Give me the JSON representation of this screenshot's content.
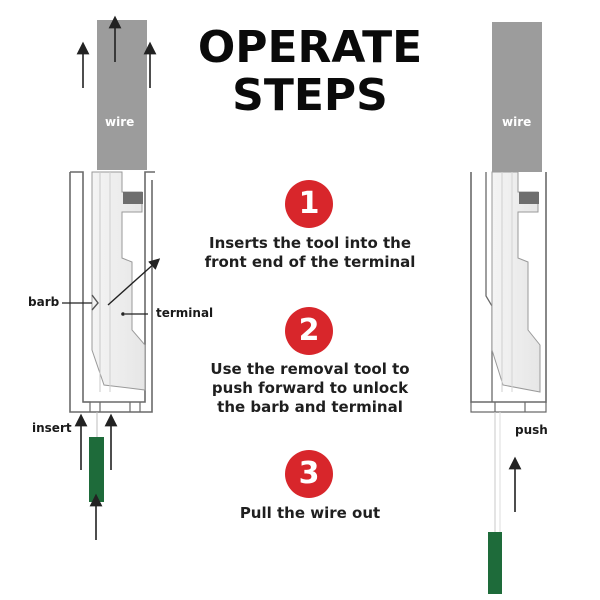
{
  "title": {
    "line1": "OPERATE",
    "line2": "STEPS"
  },
  "steps": [
    {
      "number": "1",
      "lines": [
        "Inserts the tool into the",
        "front end of the terminal"
      ]
    },
    {
      "number": "2",
      "lines": [
        "Use the removal tool to",
        "push forward to unlock",
        "the barb and terminal"
      ]
    },
    {
      "number": "3",
      "lines": [
        "Pull the wire out"
      ]
    }
  ],
  "left_diagram": {
    "wire_label": "wire",
    "barb_label": "barb",
    "terminal_label": "terminal",
    "insert_label": "insert"
  },
  "right_diagram": {
    "wire_label": "wire",
    "push_label": "push"
  },
  "colors": {
    "badge_red": "#d8262b",
    "wire_gray": "#9c9c9c",
    "tool_green": "#1e6b3a",
    "outline": "#6a6a6a",
    "arrow": "#222222"
  }
}
